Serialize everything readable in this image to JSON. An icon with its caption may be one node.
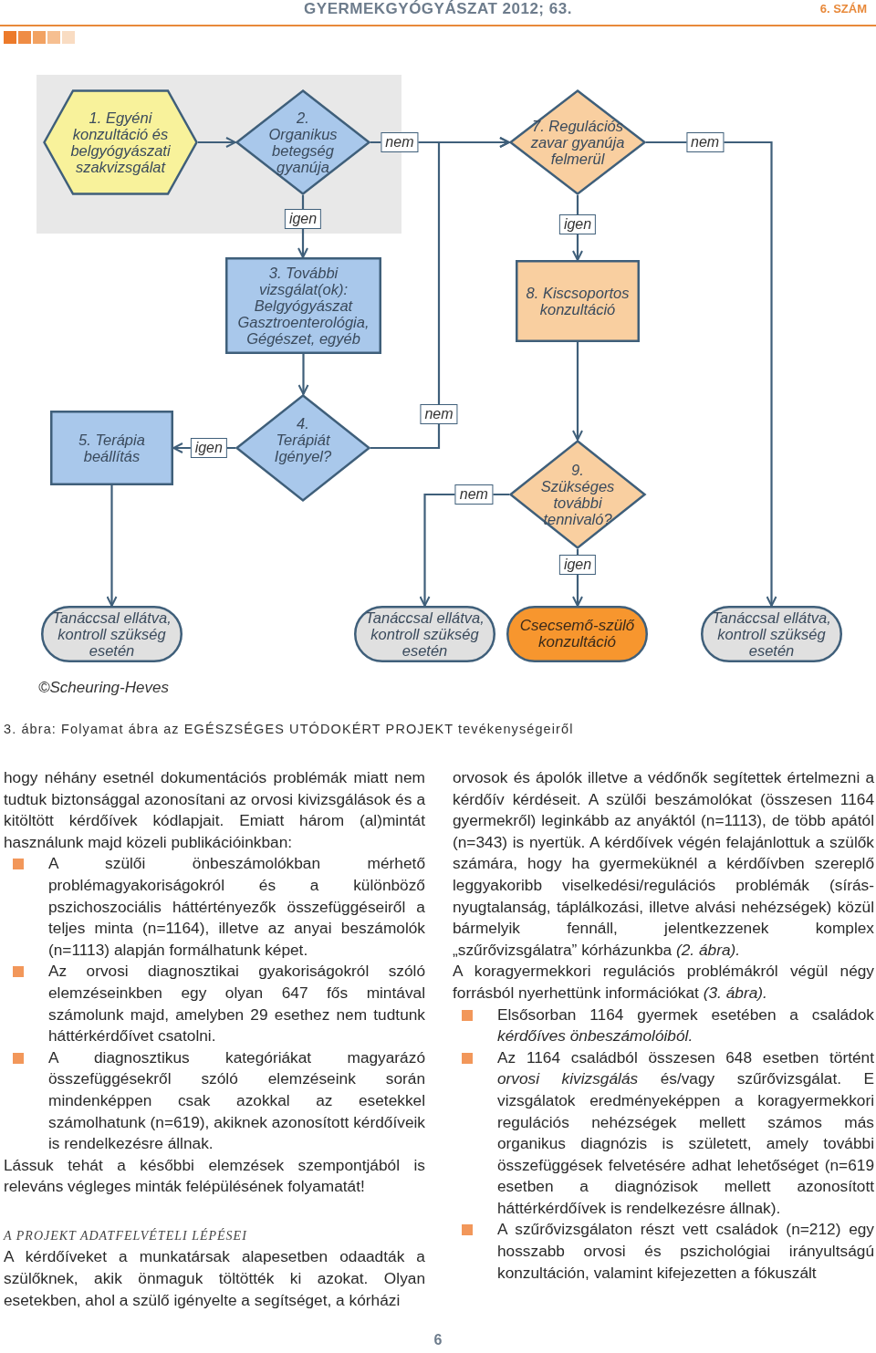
{
  "diagram": {
    "caption": "3. ábra: Folyamat ábra az EGÉSZSÉGES UTÓDOKÉRT PROJEKT tevékenységeiről",
    "nodes": [
      {
        "text": [],
        "shape": "box"
      },
      {
        "text": [
          "1. Egyéni konzultáció és belgyógyászati szakvizsgálat"
        ],
        "in": 0
      },
      {
        "text": [
          "2. Organikus betegség gyanúja"
        ],
        "in": 0
      },
      {
        "text": [
          "3. További vizsgálat(ok): Belgyógyászat Gasztroenterológia, Gégészet, egyéb"
        ]
      },
      {
        "text": [
          "4. Terápiát Igényel?"
        ]
      },
      {
        "text": [
          "5. Terápia beállítás"
        ]
      },
      {
        "text": [
          "7. Regulációs zavar gyanúja felmerül"
        ]
      },
      {
        "text": [
          "8. Kiscsoportos konzultáció"
        ]
      },
      {
        "text": [
          "9. Szükséges további tennivaló?"
        ]
      },
      {
        "text": [
          "Tanáccsal ellátva, kontroll szükség esetén"
        ]
      },
      {
        "text": [
          "Tanáccsal ellátva, kontroll szükség esetén"
        ]
      },
      {
        "text": [
          "Csecsemő-szülő konzultáció"
        ]
      },
      {
        "text": [
          "Tanáccsal ellátva, kontroll szükség esetén"
        ]
      }
    ],
    "edges": [
      {
        "from": 1,
        "to": 2,
        "arrow": "to"
      },
      {
        "from": 2,
        "to": 6,
        "arrow": "to",
        "label": "nem"
      },
      {
        "from": 2,
        "to": 3,
        "arrow": "to",
        "label": "igen"
      },
      {
        "from": 3,
        "to": 4,
        "arrow": "to"
      },
      {
        "from": 4,
        "to": 5,
        "arrow": "to",
        "label": "igen"
      },
      {
        "from": 5,
        "to": 9,
        "arrow": "to"
      },
      {
        "from": 4,
        "to": 6,
        "arrow": "to",
        "label": "nem"
      },
      {
        "from": 6,
        "to": 12,
        "arrow": "to",
        "label": "nem"
      },
      {
        "from": 6,
        "to": 7,
        "arrow": "to",
        "label": "igen"
      },
      {
        "from": 7,
        "to": 8,
        "arrow": "to"
      },
      {
        "from": 8,
        "to": 10,
        "arrow": "to",
        "label": "nem"
      },
      {
        "from": 8,
        "to": 11,
        "arrow": "to",
        "label": "igen"
      }
    ],
    "labels": [
      "GYERMEKGYÓGYÁSZAT 2012; 63.",
      "6. SZÁM",
      "©Scheuring-Heves",
      "hogy néhány esetnél dokumentációs problémák miatt nem tudtuk biztonsággal azonosítani az orvosi kivizsgálások és a kitöltött kérdőívek kódlapjait. Emiatt három (al)mintát használunk majd közeli publikációinkban:",
      "A szülői önbeszámolókban mérhető problémagyakoriságokról és a különböző pszichoszociális háttértényezők összefüggéseiről a teljes minta (n=1164), illetve az anyai beszámolók (n=1113) alapján formálhatunk képet.",
      "Az orvosi diagnosztikai gyakoriságokról szóló elemzéseinkben egy olyan 647 fős mintával számolunk majd, amelyben 29 esethez nem tudtunk háttérkérdőívet csatolni.",
      "A diagnosztikus kategóriákat magyarázó összefüggésekről szóló elemzéseink során mindenképpen csak azokkal az esetekkel számolhatunk (n=619), akiknek azonosított kérdőíveik is rendelkezésre állnak.",
      "Lássuk tehát a későbbi elemzések szempontjából is releváns végleges minták felépülésének folyamatát!",
      "A PROJEKT ADATFELVÉTELI LÉPÉSEI",
      "A kérdőíveket a munkatársak alapesetben odaadták a szülőknek, akik önmaguk töltötték ki azokat. Olyan esetekben, ahol a szülő igényelte a segítséget, a kórházi",
      "orvosok és ápolók illetve a védőnők segítettek értelmezni a kérdőív kérdéseit. A szülői beszámolókat (összesen 1164 gyermekről) leginkább az anyáktól (n=1113), de több apától (n=343) is nyertük. A kérdőívek végén felajánlottuk a szülők számára, hogy ha gyermeküknél a kérdőívben szereplő leggyakoribb viselkedési/regulációs problémák (sírás-nyugtalanság, táplálkozási, illetve alvási nehézségek) közül bármelyik fennáll, jelentkezzenek komplex „szűrővizsgálatra” kórházunkba *(2. ábra).*",
      "A koragyermekkori regulációs problémákról végül négy forrásból nyerhettünk információkat *(3. ábra).*",
      "Elsősorban 1164 gyermek esetében a családok *kérdőíves önbeszámolóiból.*",
      "Az 1164 családból összesen 648 esetben történt *orvosi kivizsgálás* és/vagy szűrővizsgálat. E vizsgálatok eredményeképpen a koragyermekkori regulációs nehézségek mellett számos más organikus diagnózis is született, amely további összefüggések felvetésére adhat lehetőséget (n=619 esetben a diagnózisok mellett azonosított háttérkérdőívek is rendelkezésre állnak).",
      "A szűrővizsgálaton részt vett családok (n=212) egy hosszabb orvosi és pszichológiai irányultságú konzultáción, valamint kifejezetten a fókuszált",
      "6"
    ]
  }
}
